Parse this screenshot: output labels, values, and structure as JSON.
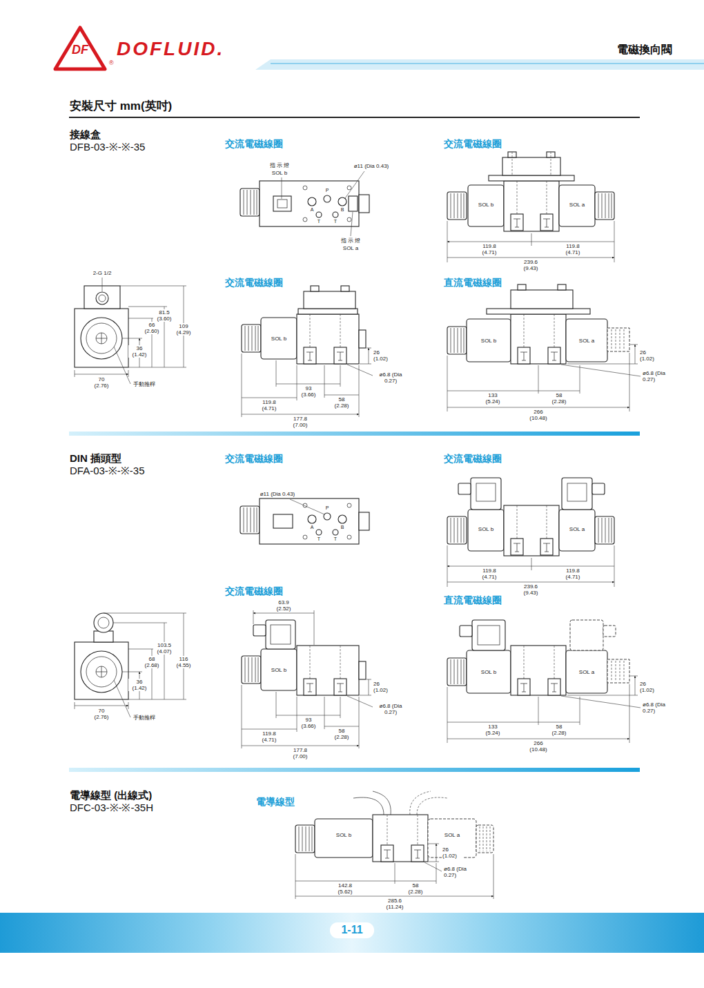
{
  "diagram": {
    "title": "安裝尺寸 mm(英吋)",
    "nodes": [
      {
        "text": [
          "1-11"
        ]
      }
    ],
    "labels": [
      "DF",
      "®",
      "DOFLUID.",
      "電磁換向閥",
      "接線盒",
      "DFB-03-※-※-35",
      "交流電磁線圈",
      "交流電磁線圈",
      "指 示 燈",
      "SOL b",
      "ø11 (Dia 0.43)",
      "P",
      "A",
      "B",
      "T",
      "T",
      "指 示 燈",
      "SOL a",
      "SOL b",
      "SOL a",
      "119.8 (4.71)",
      "119.8 (4.71)",
      "239.6 (9.43)",
      "2-G 1/2",
      "81.5 (3.60)",
      "66 (2.60)",
      "36 (1.42)",
      "109 (4.29)",
      "70 (2.76)",
      "手動推桿",
      "交流電磁線圈",
      "直流電磁線圈",
      "SOL b",
      "26 (1.02)",
      "ø6.8 (Dia 0.27)",
      "93 (3.66)",
      "58 (2.28)",
      "119.8 (4.71)",
      "177.8 (7.00)",
      "SOL b",
      "SOL a",
      "26 (1.02)",
      "ø6.8 (Dia 0.27)",
      "133 (5.24)",
      "58 (2.28)",
      "266 (10.48)",
      "DIN 插頭型",
      "DFA-03-※-※-35",
      "交流電磁線圈",
      "交流電磁線圈",
      "ø11 (Dia 0.43)",
      "P",
      "A",
      "B",
      "T",
      "T",
      "SOL b",
      "SOL a",
      "119.8 (4.71)",
      "119.8 (4.71)",
      "239.6 (9.43)",
      "交流電磁線圈",
      "直流電磁線圈",
      "103.5 (4.07)",
      "68 (2.68)",
      "36 (1.42)",
      "116 (4.55)",
      "70 (2.76)",
      "手動推桿",
      "63.9 (2.52)",
      "SOL b",
      "26 (1.02)",
      "ø6.8 (Dia 0.27)",
      "93 (3.66)",
      "58 (2.28)",
      "119.8 (4.71)",
      "177.8 (7.00)",
      "SOL b",
      "SOL a",
      "26 (1.02)",
      "ø6.8 (Dia 0.27)",
      "133 (5.24)",
      "58 (2.28)",
      "266 (10.48)",
      "電導線型 (出線式)",
      "DFC-03-※-※-35H",
      "電導線型",
      "SOL b",
      "SOL a",
      "26 (1.02)",
      "ø6.8 (Dia 0.27)",
      "142.8 (5.62)",
      "58 (2.28)",
      "285.6 (11.24)"
    ]
  }
}
